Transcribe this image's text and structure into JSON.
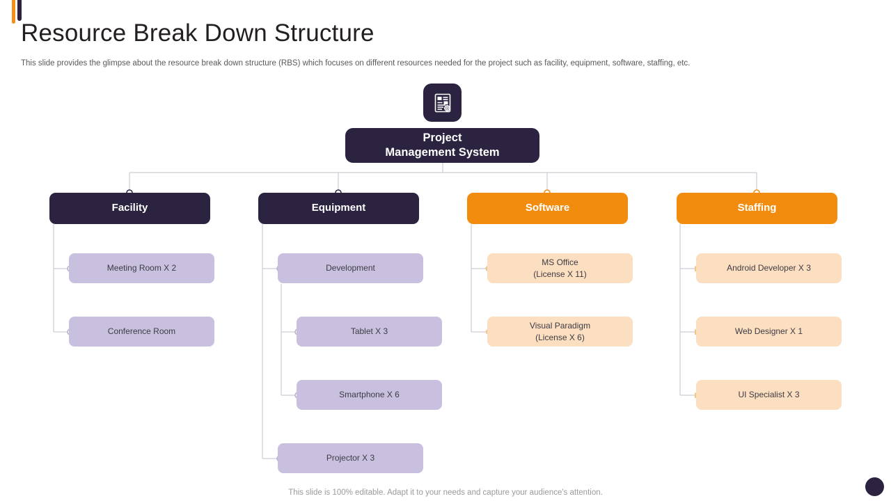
{
  "slide": {
    "title": "Resource Break Down Structure",
    "subtitle": "This slide provides the glimpse about the resource break down structure (RBS) which focuses on different resources needed for the project such as facility,  equipment, software, staffing, etc.",
    "footer": "This slide is 100% editable. Adapt it to your needs and capture your audience's attention."
  },
  "colors": {
    "dark": "#2b2340",
    "orange": "#f28c0f",
    "leaf_purple": "#c9c0df",
    "leaf_peach": "#fcdfc0",
    "accent_bar_orange": "#f0901b",
    "connector": "#cfcad6",
    "title_text": "#231f20",
    "body_text": "#595959"
  },
  "icons": {
    "root": "document-gear-icon",
    "brand": "bookmark-mark-icon"
  },
  "diagram": {
    "type": "org-tree",
    "root": {
      "line1": "Project",
      "line2": "Management System"
    },
    "branches": [
      {
        "label": "Facility",
        "style": "dark",
        "leaf_style": "purple",
        "children": [
          {
            "line1": "Meeting Room X 2",
            "line2": ""
          },
          {
            "line1": "Conference  Room",
            "line2": ""
          }
        ]
      },
      {
        "label": "Equipment",
        "style": "dark",
        "leaf_style": "purple",
        "children": [
          {
            "line1": "Development",
            "line2": ""
          },
          {
            "line1": "Tablet  X  3",
            "line2": ""
          },
          {
            "line1": "Smartphone  X  6",
            "line2": ""
          },
          {
            "line1": "Projector X 3",
            "line2": ""
          }
        ]
      },
      {
        "label": "Software",
        "style": "orange",
        "leaf_style": "peach",
        "children": [
          {
            "line1": "MS Office",
            "line2": "(License X 11)"
          },
          {
            "line1": "Visual Paradigm",
            "line2": "(License X 6)"
          }
        ]
      },
      {
        "label": "Staffing",
        "style": "orange",
        "leaf_style": "peach",
        "children": [
          {
            "line1": "Android Developer  X  3",
            "line2": ""
          },
          {
            "line1": "Web Designer  X  1",
            "line2": ""
          },
          {
            "line1": "UI Specialist X  3",
            "line2": ""
          }
        ]
      }
    ]
  }
}
